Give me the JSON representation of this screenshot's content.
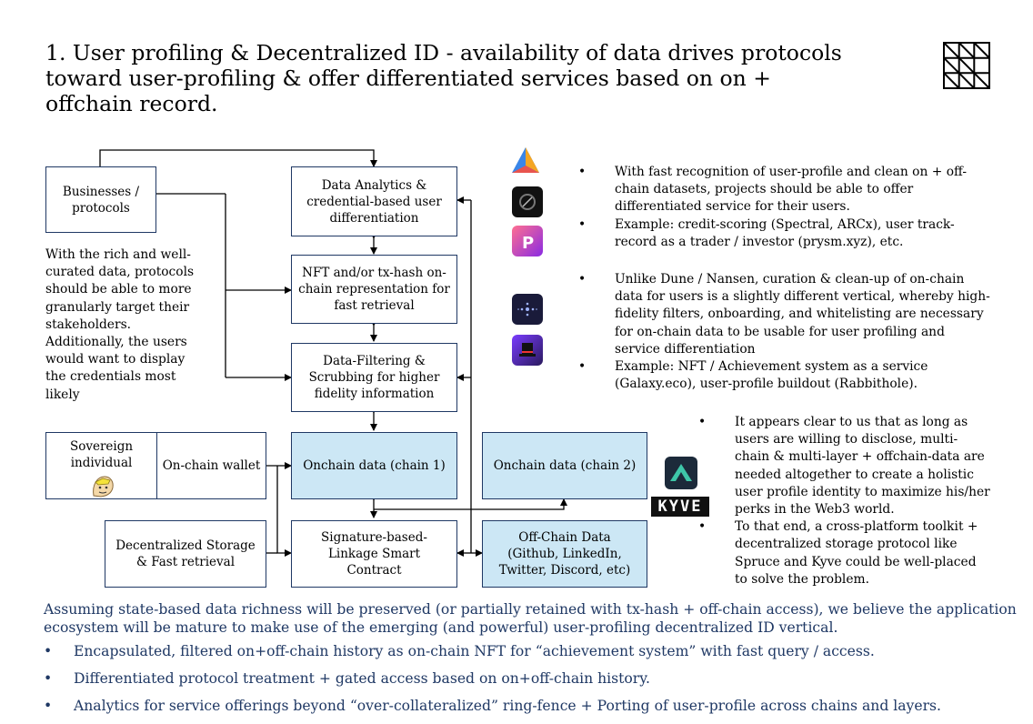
{
  "title": "1. User profiling & Decentralized ID -  availability of data drives protocols toward user-profiling & offer differentiated services based on on + offchain record.",
  "boxes": {
    "businesses": "Businesses / protocols",
    "analytics": "Data Analytics & credential-based user differentiation",
    "nft": "NFT and/or tx-hash on-chain representation for fast retrieval",
    "filtering": "Data-Filtering & Scrubbing for higher fidelity information",
    "sovereign": "Sovereign individual",
    "wallet": "On-chain wallet",
    "onchain1": "Onchain data (chain 1)",
    "onchain2": "Onchain data (chain 2)",
    "storage": "Decentralized Storage & Fast retrieval",
    "signature": "Signature-based-Linkage Smart Contract",
    "offchain": "Off-Chain Data (Github, LinkedIn, Twitter, Discord, etc)"
  },
  "side_text": "With the rich and well-curated data, protocols should be able to more granularly target their stakeholders. Additionally, the users would want to display the credentials most likely",
  "right_bullets_1": [
    "With fast recognition of user-profile and clean on + off-chain datasets, projects should be able to offer differentiated service for their users.",
    "Example: credit-scoring (Spectral, ARCx), user track-record as a trader / investor (prysm.xyz), etc."
  ],
  "right_bullets_2": [
    "Unlike Dune / Nansen, curation & clean-up of on-chain data for users is a slightly different vertical, whereby high-fidelity filters, onboarding, and whitelisting are necessary for on-chain data to be usable for user profiling and service differentiation",
    "Example: NFT / Achievement system as a service (Galaxy.eco), user-profile buildout (Rabbithole)."
  ],
  "right_bullets_3": [
    "It appears clear to us that as long as users are willing to disclose, multi-chain & multi-layer + offchain-data are needed altogether to create a holistic user profile identity to maximize his/her perks in the Web3 world.",
    "To that end, a cross-platform toolkit + decentralized storage protocol like Spruce and Kyve could be well-placed to solve the problem."
  ],
  "kyve_label": "KYVE",
  "bottom_intro": "Assuming state-based data richness will be preserved (or partially retained with tx-hash + off-chain access), we believe the application ecosystem will be mature to make use of the emerging (and powerful) user-profiling decentralized ID vertical.",
  "bottom_bullets": [
    "Encapsulated, filtered on+off-chain history as on-chain NFT for “achievement system” with fast query / access.",
    "Differentiated protocol treatment + gated access based on on+off-chain history.",
    "Analytics for service offerings beyond “over-collateralized” ring-fence + Porting of user-profile across chains and layers."
  ],
  "colors": {
    "box_border": "#1f3864",
    "box_blue": "#cce7f5",
    "bottom_text": "#1f3864"
  }
}
